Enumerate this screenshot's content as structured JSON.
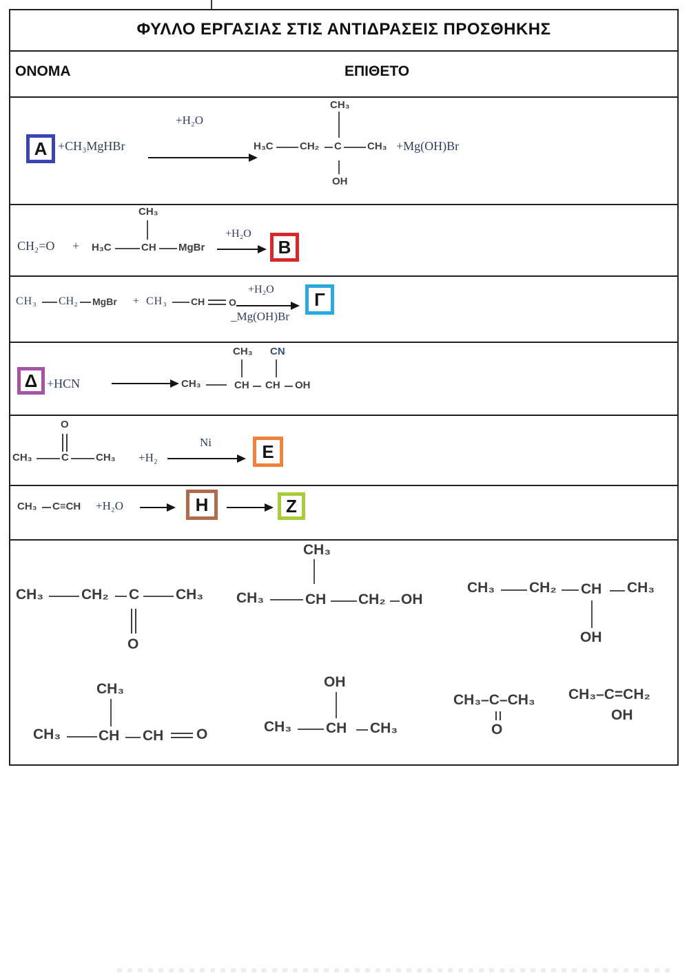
{
  "title": "ΦΥΛΛΟ ΕΡΓΑΣΙΑΣ ΣΤΙΣ ΑΝΤΙΔΡΑΣΕΙΣ ΠΡΟΣΘΗΚΗΣ",
  "headers": {
    "name": "ΟΝΟΜΑ",
    "surname": "ΕΠΙΘΕΤΟ"
  },
  "colors": {
    "box_a": "#3a45b4",
    "box_b": "#d5292a",
    "box_g": "#2ba8e0",
    "box_d": "#a553a8",
    "box_e": "#ef833b",
    "box_h": "#b06a4c",
    "box_z": "#a6cc39"
  },
  "reactions": {
    "a": {
      "box": "Α",
      "reagent": "+CH₃MgHBr",
      "arrow_label": "+H₂O",
      "product": {
        "p1": "H₃C",
        "p2": "CH₂",
        "p3": "C",
        "p4": "CH₃",
        "top": "CH₃",
        "bottom": "OH"
      },
      "byproduct": "+Mg(OH)Br"
    },
    "b": {
      "r1": "CH₂=O",
      "plus": "+",
      "r2a": "H₃C",
      "r2b": "CH",
      "r2c": "MgBr",
      "r2top": "CH₃",
      "arrow_label": "+H₂O",
      "box": "Β"
    },
    "g": {
      "r1a": "CH₃",
      "r1b": "CH₂",
      "r1c": "MgBr",
      "plus": "+",
      "r2a": "CH₃",
      "r2b": "CH",
      "r2c": "O",
      "arrow_top": "+H₂O",
      "arrow_bottom": "_Mg(OH)Br",
      "box": "Γ"
    },
    "d": {
      "box": "Δ",
      "reagent": "+HCN",
      "p1": "CH₃",
      "p2": "CH",
      "p3": "CH",
      "p4": "OH",
      "top1": "CH₃",
      "top2": "CN"
    },
    "e": {
      "s1": "CH₃",
      "s2": "C",
      "s3": "CH₃",
      "stop": "O",
      "reagent": "+H₂",
      "catalyst": "Ni",
      "box": "Ε"
    },
    "hz": {
      "r1": "CH₃",
      "r2": "C≡CH",
      "reagent": "+H₂O",
      "box1": "Η",
      "box2": "Ζ"
    }
  },
  "structures": {
    "butanone": {
      "a": "CH₃",
      "b": "CH₂",
      "c": "C",
      "d": "CH₃",
      "below": "O"
    },
    "methylpropanol": {
      "top": "CH₃",
      "a": "CH₃",
      "b": "CH",
      "c": "CH₂",
      "d": "OH"
    },
    "butanol": {
      "a": "CH₃",
      "b": "CH₂",
      "c": "CH",
      "d": "CH₃",
      "below": "OH"
    },
    "methylpropanal": {
      "top": "CH₃",
      "a": "CH₃",
      "b": "CH",
      "c": "CH",
      "d": "O"
    },
    "propanol": {
      "top": "OH",
      "a": "CH₃",
      "b": "CH",
      "c": "CH₃"
    },
    "acetone": {
      "formula": "CH₃–C–CH₃",
      "below": "O"
    },
    "propenol": {
      "formula": "CH₃–C=CH₂",
      "below": "OH"
    }
  }
}
